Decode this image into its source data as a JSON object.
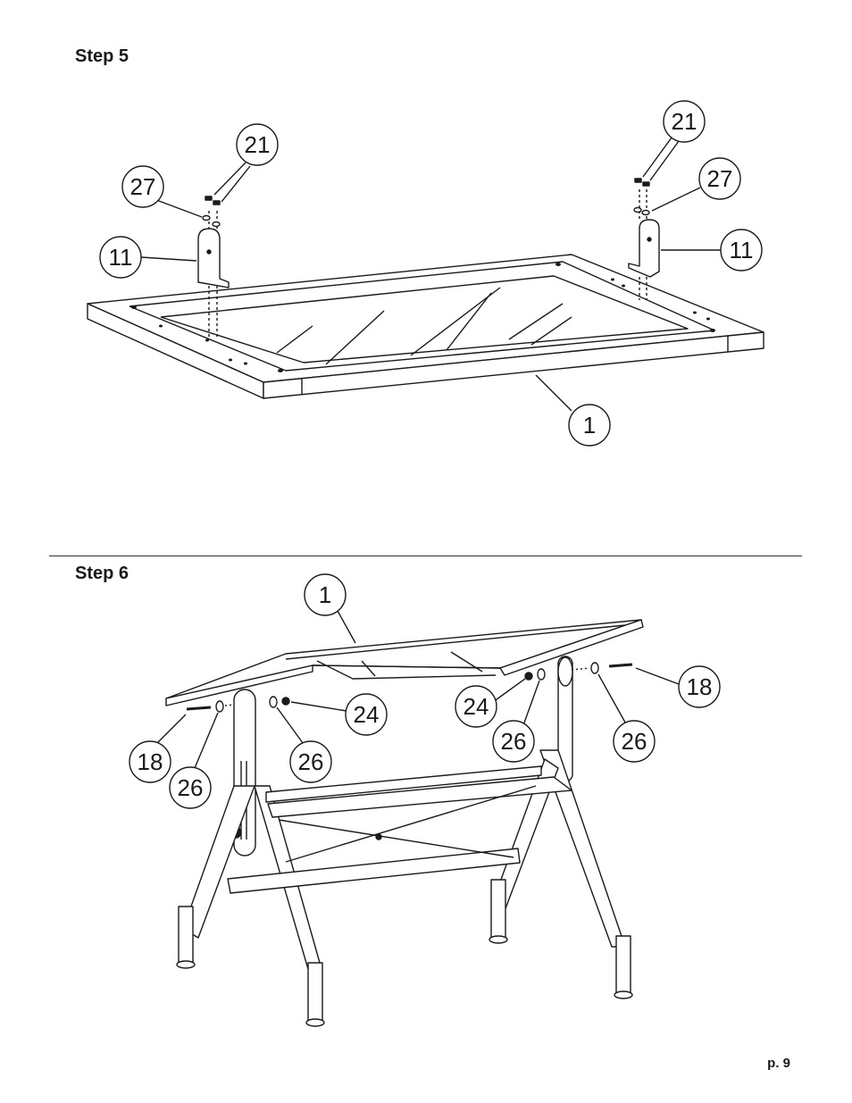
{
  "step5": {
    "title": "Step 5",
    "callouts": [
      "21",
      "27",
      "11",
      "21",
      "27",
      "11",
      "1"
    ]
  },
  "step6": {
    "title": "Step 6",
    "callouts": [
      "1",
      "18",
      "24",
      "26",
      "18",
      "24",
      "26",
      "26",
      "26"
    ]
  },
  "footer": {
    "page": "p. 9"
  },
  "colors": {
    "line": "#1a1a1a",
    "paper": "#ffffff"
  }
}
